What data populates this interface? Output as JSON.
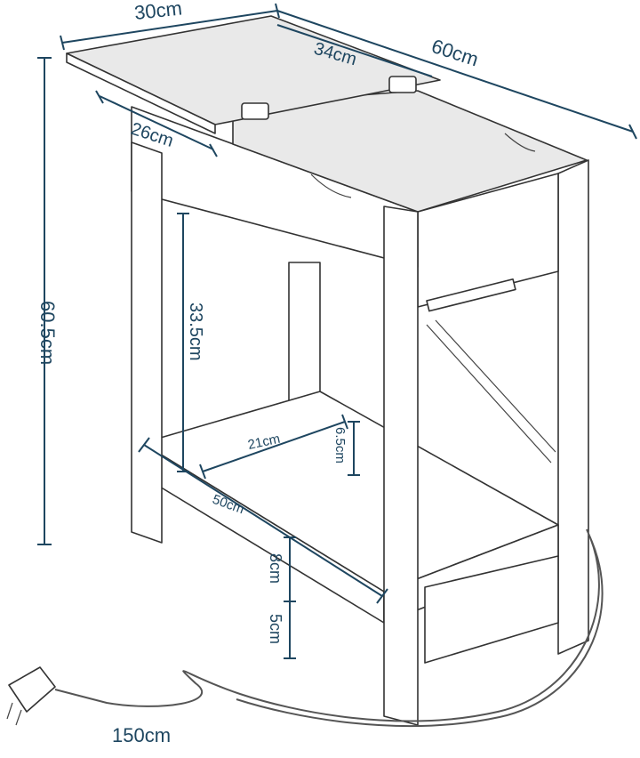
{
  "colors": {
    "dimension": "#1e4660",
    "sketch": "#333333"
  },
  "labels": {
    "top_width": "30cm",
    "lid_depth": "34cm",
    "total_depth": "60cm",
    "inner_depth": "26cm",
    "total_height": "60.5cm",
    "inner_height": "33.5cm",
    "shelf_depth": "21cm",
    "rail_height": "6.5cm",
    "shelf_length": "50cm",
    "shelf_clearance": "8cm",
    "foot_height": "5cm",
    "cable_length": "150cm"
  }
}
